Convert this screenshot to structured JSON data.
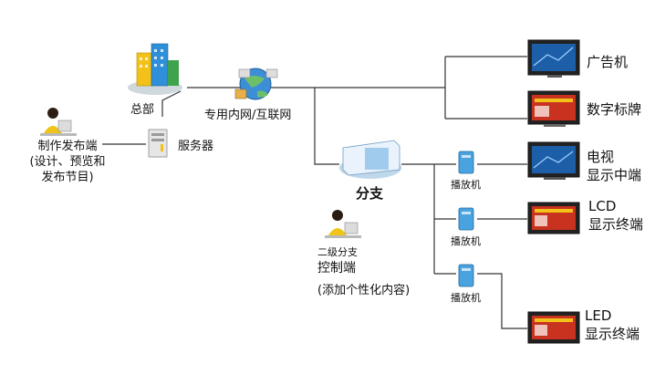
{
  "nodes": {
    "hq": {
      "label": "总部"
    },
    "network": {
      "label": "专用内网/互联网"
    },
    "producer": {
      "label_lines": [
        "制作发布端",
        "(设计、预览和",
        "发布节目)"
      ]
    },
    "server": {
      "label": "服务器"
    },
    "branch": {
      "label": "分支"
    },
    "branch_control": {
      "label_lines": [
        "二级分支",
        "控制端",
        "(添加个性化内容)"
      ]
    },
    "players": {
      "label": "播放机"
    },
    "displays": [
      {
        "label_lines": [
          "广告机"
        ]
      },
      {
        "label_lines": [
          "数字标牌"
        ]
      },
      {
        "label_lines": [
          "电视",
          "显示中端"
        ]
      },
      {
        "label_lines": [
          "LCD",
          "显示终端"
        ]
      },
      {
        "label_lines": [
          "LED",
          "显示终端"
        ]
      }
    ]
  },
  "colors": {
    "line": "#333333",
    "screen_blue": "#1c5fa8",
    "screen_red": "#c8321e",
    "building_blue": "#2f8fd8",
    "building_yellow": "#f2c21b"
  }
}
